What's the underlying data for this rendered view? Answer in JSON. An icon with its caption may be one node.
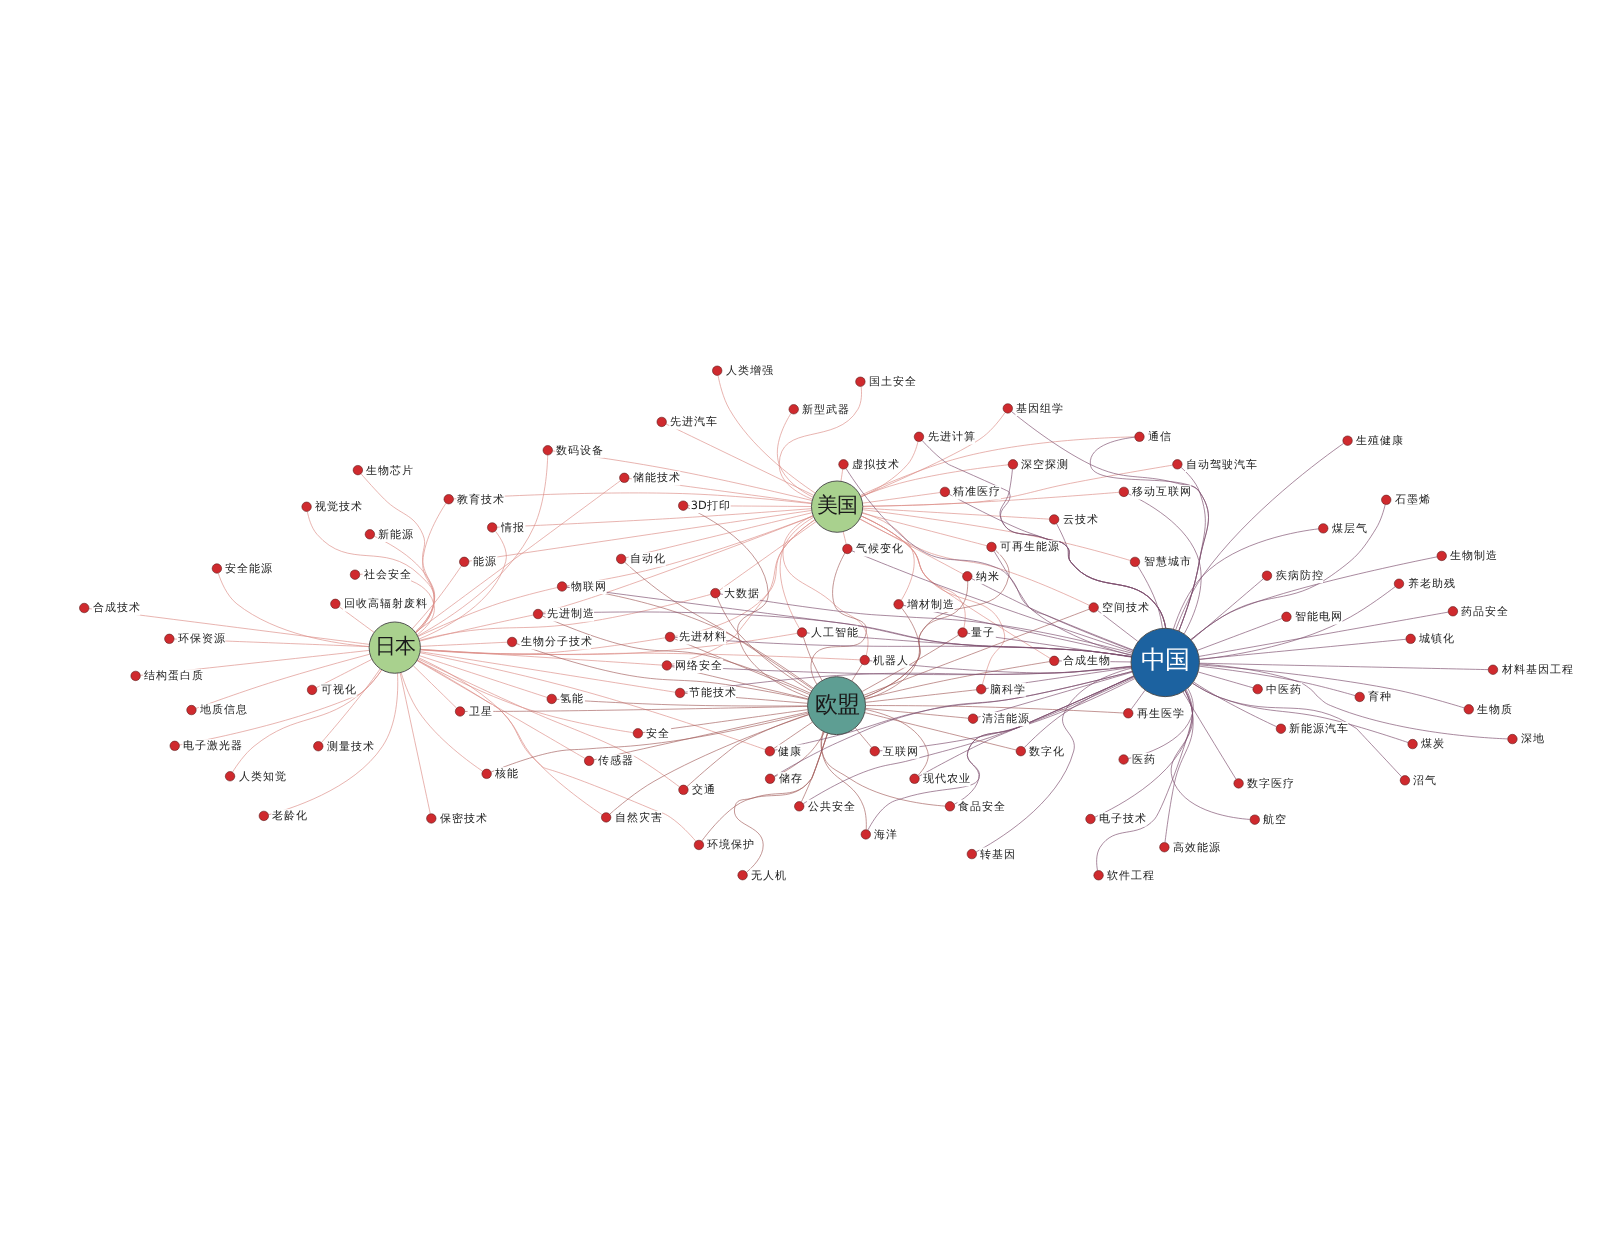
{
  "diagram": {
    "nodes": [
      {
        "text": [
          "日本"
        ]
      },
      {
        "text": [
          "美国"
        ]
      },
      {
        "text": [
          "欧盟"
        ]
      },
      {
        "text": [
          "中国"
        ]
      },
      {
        "text": [
          "先进汽车"
        ]
      },
      {
        "text": [
          "国土安全"
        ]
      },
      {
        "text": [
          "人类增强"
        ]
      },
      {
        "text": [
          "新型武器"
        ]
      },
      {
        "text": [
          "数码设备"
        ]
      },
      {
        "text": [
          "回收高辐射废料"
        ]
      },
      {
        "text": [
          "情报"
        ]
      },
      {
        "text": [
          "自动化"
        ]
      },
      {
        "text": [
          "3D打印"
        ]
      },
      {
        "text": [
          "教育技术"
        ]
      },
      {
        "text": [
          "合成技术"
        ]
      },
      {
        "text": [
          "精准医疗"
        ]
      },
      {
        "text": [
          "沼气"
        ]
      },
      {
        "text": [
          "视觉技术"
        ]
      },
      {
        "text": [
          "智慧城市"
        ]
      },
      {
        "text": [
          "结构蛋白质"
        ]
      },
      {
        "text": [
          "能源"
        ]
      },
      {
        "text": [
          "量子"
        ]
      },
      {
        "text": [
          "医药"
        ]
      },
      {
        "text": [
          "储能技术"
        ]
      },
      {
        "text": [
          "自动驾驶汽车"
        ]
      },
      {
        "text": [
          "基因组学"
        ]
      },
      {
        "text": [
          "合成生物"
        ]
      },
      {
        "text": [
          "人类知觉"
        ]
      },
      {
        "text": [
          "电子激光器"
        ]
      },
      {
        "text": [
          "虚拟技术"
        ]
      },
      {
        "text": [
          "先进材料"
        ]
      },
      {
        "text": [
          "脑科学"
        ]
      },
      {
        "text": [
          "气候变化"
        ]
      },
      {
        "text": [
          "深空探测"
        ]
      },
      {
        "text": [
          "节能技术"
        ]
      },
      {
        "text": [
          "物联网"
        ]
      },
      {
        "text": [
          "移动互联网"
        ]
      },
      {
        "text": [
          "通信"
        ]
      },
      {
        "text": [
          "深地"
        ]
      },
      {
        "text": [
          "纳米"
        ]
      },
      {
        "text": [
          "人工智能"
        ]
      },
      {
        "text": [
          "先进制造"
        ]
      },
      {
        "text": [
          "先进计算"
        ]
      },
      {
        "text": [
          "测量技术"
        ]
      },
      {
        "text": [
          "环保资源"
        ]
      },
      {
        "text": [
          "云技术"
        ]
      },
      {
        "text": [
          "可再生能源"
        ]
      },
      {
        "text": [
          "增材制造"
        ]
      },
      {
        "text": [
          "煤炭"
        ]
      },
      {
        "text": [
          "交通"
        ]
      },
      {
        "text": [
          "大数据"
        ]
      },
      {
        "text": [
          "健康"
        ]
      },
      {
        "text": [
          "可视化"
        ]
      },
      {
        "text": [
          "互联网"
        ]
      },
      {
        "text": [
          "网络安全"
        ]
      },
      {
        "text": [
          "安全"
        ]
      },
      {
        "text": [
          "机器人"
        ]
      },
      {
        "text": [
          "清洁能源"
        ]
      },
      {
        "text": [
          "育种"
        ]
      },
      {
        "text": [
          "地质信息"
        ]
      },
      {
        "text": [
          "空间技术"
        ]
      },
      {
        "text": [
          "老龄化"
        ]
      },
      {
        "text": [
          "生物制造"
        ]
      },
      {
        "text": [
          "城镇化"
        ]
      },
      {
        "text": [
          "传感器"
        ]
      },
      {
        "text": [
          "保密技术"
        ]
      },
      {
        "text": [
          "新能源"
        ]
      },
      {
        "text": [
          "核能"
        ]
      },
      {
        "text": [
          "氢能"
        ]
      },
      {
        "text": [
          "药品安全"
        ]
      },
      {
        "text": [
          "自然灾害"
        ]
      },
      {
        "text": [
          "生物芯片"
        ]
      },
      {
        "text": [
          "生物分子技术"
        ]
      },
      {
        "text": [
          "储存"
        ]
      },
      {
        "text": [
          "材料基因工程"
        ]
      },
      {
        "text": [
          "生物质"
        ]
      },
      {
        "text": [
          "疾病防控"
        ]
      },
      {
        "text": [
          "新能源汽车"
        ]
      },
      {
        "text": [
          "卫星"
        ]
      },
      {
        "text": [
          "环境保护"
        ]
      },
      {
        "text": [
          "石墨烯"
        ]
      },
      {
        "text": [
          "煤层气"
        ]
      },
      {
        "text": [
          "再生医学"
        ]
      },
      {
        "text": [
          "养老助残"
        ]
      },
      {
        "text": [
          "生殖健康"
        ]
      },
      {
        "text": [
          "数字化"
        ]
      },
      {
        "text": [
          "公共安全"
        ]
      },
      {
        "text": [
          "现代农业"
        ]
      },
      {
        "text": [
          "社会安全"
        ]
      },
      {
        "text": [
          "食品安全"
        ]
      },
      {
        "text": [
          "智能电网"
        ]
      },
      {
        "text": [
          "高效能源"
        ]
      },
      {
        "text": [
          "电子技术"
        ]
      },
      {
        "text": [
          "海洋"
        ]
      },
      {
        "text": [
          "中医药"
        ]
      },
      {
        "text": [
          "安全能源"
        ]
      },
      {
        "text": [
          "数字医疗"
        ]
      },
      {
        "text": [
          "软件工程"
        ]
      },
      {
        "text": [
          "无人机"
        ]
      },
      {
        "text": [
          "航空"
        ]
      },
      {
        "text": [
          "转基因"
        ]
      }
    ],
    "edges": [
      {
        "from": 1,
        "to": 4,
        "arrow": "none"
      },
      {
        "from": 1,
        "to": 5,
        "arrow": "none"
      },
      {
        "from": 1,
        "to": 6,
        "arrow": "none"
      },
      {
        "from": 1,
        "to": 7,
        "arrow": "none"
      },
      {
        "from": 0,
        "to": 8,
        "arrow": "none"
      },
      {
        "from": 1,
        "to": 8,
        "arrow": "none"
      },
      {
        "from": 0,
        "to": 9,
        "arrow": "none"
      },
      {
        "from": 0,
        "to": 10,
        "arrow": "none"
      },
      {
        "from": 1,
        "to": 10,
        "arrow": "none"
      },
      {
        "from": 1,
        "to": 11,
        "arrow": "none"
      },
      {
        "from": 2,
        "to": 11,
        "arrow": "none",
        "color": "#a5605f"
      },
      {
        "from": 1,
        "to": 12,
        "arrow": "none"
      },
      {
        "from": 2,
        "to": 12,
        "arrow": "none",
        "color": "#a5605f"
      },
      {
        "from": 0,
        "to": 13,
        "arrow": "none"
      },
      {
        "from": 1,
        "to": 13,
        "arrow": "none"
      },
      {
        "from": 0,
        "to": 14,
        "arrow": "none"
      },
      {
        "from": 1,
        "to": 15,
        "arrow": "none"
      },
      {
        "from": 3,
        "to": 15,
        "arrow": "none",
        "color": "#7d4f6e"
      },
      {
        "from": 3,
        "to": 16,
        "arrow": "none",
        "color": "#7d4f6e"
      },
      {
        "from": 0,
        "to": 17,
        "arrow": "none"
      },
      {
        "from": 1,
        "to": 18,
        "arrow": "none"
      },
      {
        "from": 3,
        "to": 18,
        "arrow": "none",
        "color": "#7d4f6e"
      },
      {
        "from": 0,
        "to": 19,
        "arrow": "none"
      },
      {
        "from": 0,
        "to": 20,
        "arrow": "none"
      },
      {
        "from": 1,
        "to": 20,
        "arrow": "none"
      },
      {
        "from": 1,
        "to": 21,
        "arrow": "none"
      },
      {
        "from": 2,
        "to": 21,
        "arrow": "none",
        "color": "#a5605f"
      },
      {
        "from": 3,
        "to": 21,
        "arrow": "none",
        "color": "#7d4f6e"
      },
      {
        "from": 3,
        "to": 22,
        "arrow": "none",
        "color": "#7d4f6e"
      },
      {
        "from": 0,
        "to": 23,
        "arrow": "none"
      },
      {
        "from": 1,
        "to": 23,
        "arrow": "none"
      },
      {
        "from": 1,
        "to": 24,
        "arrow": "none"
      },
      {
        "from": 3,
        "to": 24,
        "arrow": "none",
        "color": "#7d4f6e"
      },
      {
        "from": 1,
        "to": 25,
        "arrow": "none"
      },
      {
        "from": 3,
        "to": 25,
        "arrow": "none",
        "color": "#7d4f6e"
      },
      {
        "from": 1,
        "to": 26,
        "arrow": "none"
      },
      {
        "from": 2,
        "to": 26,
        "arrow": "none",
        "color": "#a5605f"
      },
      {
        "from": 3,
        "to": 26,
        "arrow": "none",
        "color": "#7d4f6e"
      },
      {
        "from": 0,
        "to": 27,
        "arrow": "none"
      },
      {
        "from": 0,
        "to": 28,
        "arrow": "none"
      },
      {
        "from": 1,
        "to": 29,
        "arrow": "none"
      },
      {
        "from": 3,
        "to": 29,
        "arrow": "none",
        "color": "#7d4f6e"
      },
      {
        "from": 0,
        "to": 30,
        "arrow": "none"
      },
      {
        "from": 1,
        "to": 30,
        "arrow": "none"
      },
      {
        "from": 2,
        "to": 30,
        "arrow": "none",
        "color": "#a5605f"
      },
      {
        "from": 3,
        "to": 30,
        "arrow": "none",
        "color": "#7d4f6e"
      },
      {
        "from": 1,
        "to": 31,
        "arrow": "none"
      },
      {
        "from": 2,
        "to": 31,
        "arrow": "none",
        "color": "#a5605f"
      },
      {
        "from": 3,
        "to": 31,
        "arrow": "none",
        "color": "#7d4f6e"
      },
      {
        "from": 1,
        "to": 32,
        "arrow": "none"
      },
      {
        "from": 2,
        "to": 32,
        "arrow": "none",
        "color": "#a5605f"
      },
      {
        "from": 3,
        "to": 32,
        "arrow": "none",
        "color": "#7d4f6e"
      },
      {
        "from": 1,
        "to": 33,
        "arrow": "none"
      },
      {
        "from": 3,
        "to": 33,
        "arrow": "none",
        "color": "#7d4f6e"
      },
      {
        "from": 0,
        "to": 34,
        "arrow": "none"
      },
      {
        "from": 2,
        "to": 34,
        "arrow": "none",
        "color": "#a5605f"
      },
      {
        "from": 3,
        "to": 34,
        "arrow": "none",
        "color": "#7d4f6e"
      },
      {
        "from": 0,
        "to": 35,
        "arrow": "none"
      },
      {
        "from": 1,
        "to": 35,
        "arrow": "none"
      },
      {
        "from": 2,
        "to": 35,
        "arrow": "none",
        "color": "#a5605f"
      },
      {
        "from": 3,
        "to": 35,
        "arrow": "none",
        "color": "#7d4f6e"
      },
      {
        "from": 1,
        "to": 36,
        "arrow": "none"
      },
      {
        "from": 3,
        "to": 36,
        "arrow": "none",
        "color": "#7d4f6e"
      },
      {
        "from": 1,
        "to": 37,
        "arrow": "none"
      },
      {
        "from": 3,
        "to": 37,
        "arrow": "none",
        "color": "#7d4f6e"
      },
      {
        "from": 3,
        "to": 38,
        "arrow": "none",
        "color": "#7d4f6e"
      },
      {
        "from": 1,
        "to": 39,
        "arrow": "none"
      },
      {
        "from": 2,
        "to": 39,
        "arrow": "none",
        "color": "#a5605f"
      },
      {
        "from": 3,
        "to": 39,
        "arrow": "none",
        "color": "#7d4f6e"
      },
      {
        "from": 0,
        "to": 40,
        "arrow": "none"
      },
      {
        "from": 1,
        "to": 40,
        "arrow": "none"
      },
      {
        "from": 2,
        "to": 40,
        "arrow": "none",
        "color": "#a5605f"
      },
      {
        "from": 3,
        "to": 40,
        "arrow": "none",
        "color": "#7d4f6e"
      },
      {
        "from": 0,
        "to": 41,
        "arrow": "none"
      },
      {
        "from": 1,
        "to": 41,
        "arrow": "none"
      },
      {
        "from": 2,
        "to": 41,
        "arrow": "none",
        "color": "#a5605f"
      },
      {
        "from": 3,
        "to": 41,
        "arrow": "none",
        "color": "#7d4f6e"
      },
      {
        "from": 1,
        "to": 42,
        "arrow": "none"
      },
      {
        "from": 3,
        "to": 42,
        "arrow": "none",
        "color": "#7d4f6e"
      },
      {
        "from": 0,
        "to": 43,
        "arrow": "none"
      },
      {
        "from": 0,
        "to": 44,
        "arrow": "none"
      },
      {
        "from": 1,
        "to": 45,
        "arrow": "none"
      },
      {
        "from": 3,
        "to": 45,
        "arrow": "none",
        "color": "#7d4f6e"
      },
      {
        "from": 1,
        "to": 46,
        "arrow": "none"
      },
      {
        "from": 2,
        "to": 46,
        "arrow": "none",
        "color": "#a5605f"
      },
      {
        "from": 3,
        "to": 46,
        "arrow": "none",
        "color": "#7d4f6e"
      },
      {
        "from": 1,
        "to": 47,
        "arrow": "none"
      },
      {
        "from": 2,
        "to": 47,
        "arrow": "none",
        "color": "#a5605f"
      },
      {
        "from": 3,
        "to": 47,
        "arrow": "none",
        "color": "#7d4f6e"
      },
      {
        "from": 3,
        "to": 48,
        "arrow": "none",
        "color": "#7d4f6e"
      },
      {
        "from": 0,
        "to": 49,
        "arrow": "none"
      },
      {
        "from": 2,
        "to": 49,
        "arrow": "none",
        "color": "#a5605f"
      },
      {
        "from": 0,
        "to": 50,
        "arrow": "none"
      },
      {
        "from": 1,
        "to": 50,
        "arrow": "none"
      },
      {
        "from": 2,
        "to": 50,
        "arrow": "none",
        "color": "#a5605f"
      },
      {
        "from": 3,
        "to": 50,
        "arrow": "none",
        "color": "#7d4f6e"
      },
      {
        "from": 0,
        "to": 51,
        "arrow": "none"
      },
      {
        "from": 2,
        "to": 51,
        "arrow": "none",
        "color": "#a5605f"
      },
      {
        "from": 3,
        "to": 51,
        "arrow": "none",
        "color": "#7d4f6e"
      },
      {
        "from": 0,
        "to": 52,
        "arrow": "none"
      },
      {
        "from": 2,
        "to": 53,
        "arrow": "none",
        "color": "#a5605f"
      },
      {
        "from": 3,
        "to": 53,
        "arrow": "none",
        "color": "#7d4f6e"
      },
      {
        "from": 0,
        "to": 54,
        "arrow": "none"
      },
      {
        "from": 1,
        "to": 54,
        "arrow": "none"
      },
      {
        "from": 2,
        "to": 54,
        "arrow": "none",
        "color": "#a5605f"
      },
      {
        "from": 3,
        "to": 54,
        "arrow": "none",
        "color": "#7d4f6e"
      },
      {
        "from": 0,
        "to": 55,
        "arrow": "none"
      },
      {
        "from": 2,
        "to": 55,
        "arrow": "none",
        "color": "#a5605f"
      },
      {
        "from": 0,
        "to": 56,
        "arrow": "none"
      },
      {
        "from": 1,
        "to": 56,
        "arrow": "none"
      },
      {
        "from": 2,
        "to": 56,
        "arrow": "none",
        "color": "#a5605f"
      },
      {
        "from": 3,
        "to": 56,
        "arrow": "none",
        "color": "#7d4f6e"
      },
      {
        "from": 2,
        "to": 57,
        "arrow": "none",
        "color": "#a5605f"
      },
      {
        "from": 3,
        "to": 57,
        "arrow": "none",
        "color": "#7d4f6e"
      },
      {
        "from": 3,
        "to": 58,
        "arrow": "none",
        "color": "#7d4f6e"
      },
      {
        "from": 0,
        "to": 59,
        "arrow": "none"
      },
      {
        "from": 1,
        "to": 60,
        "arrow": "none"
      },
      {
        "from": 2,
        "to": 60,
        "arrow": "none",
        "color": "#a5605f"
      },
      {
        "from": 3,
        "to": 60,
        "arrow": "none",
        "color": "#7d4f6e"
      },
      {
        "from": 0,
        "to": 61,
        "arrow": "none"
      },
      {
        "from": 3,
        "to": 62,
        "arrow": "none",
        "color": "#7d4f6e"
      },
      {
        "from": 3,
        "to": 63,
        "arrow": "none",
        "color": "#7d4f6e"
      },
      {
        "from": 0,
        "to": 64,
        "arrow": "none"
      },
      {
        "from": 2,
        "to": 64,
        "arrow": "none",
        "color": "#a5605f"
      },
      {
        "from": 0,
        "to": 65,
        "arrow": "none"
      },
      {
        "from": 0,
        "to": 66,
        "arrow": "none"
      },
      {
        "from": 0,
        "to": 67,
        "arrow": "none"
      },
      {
        "from": 2,
        "to": 67,
        "arrow": "none",
        "color": "#a5605f"
      },
      {
        "from": 0,
        "to": 68,
        "arrow": "none"
      },
      {
        "from": 2,
        "to": 68,
        "arrow": "none",
        "color": "#a5605f"
      },
      {
        "from": 3,
        "to": 69,
        "arrow": "none",
        "color": "#7d4f6e"
      },
      {
        "from": 0,
        "to": 70,
        "arrow": "none"
      },
      {
        "from": 2,
        "to": 70,
        "arrow": "none",
        "color": "#a5605f"
      },
      {
        "from": 0,
        "to": 71,
        "arrow": "none"
      },
      {
        "from": 0,
        "to": 72,
        "arrow": "none"
      },
      {
        "from": 2,
        "to": 72,
        "arrow": "none",
        "color": "#a5605f"
      },
      {
        "from": 2,
        "to": 73,
        "arrow": "none",
        "color": "#a5605f"
      },
      {
        "from": 3,
        "to": 73,
        "arrow": "none",
        "color": "#7d4f6e"
      },
      {
        "from": 3,
        "to": 74,
        "arrow": "none",
        "color": "#7d4f6e"
      },
      {
        "from": 3,
        "to": 75,
        "arrow": "none",
        "color": "#7d4f6e"
      },
      {
        "from": 3,
        "to": 76,
        "arrow": "none",
        "color": "#7d4f6e"
      },
      {
        "from": 3,
        "to": 77,
        "arrow": "none",
        "color": "#7d4f6e"
      },
      {
        "from": 0,
        "to": 78,
        "arrow": "none"
      },
      {
        "from": 2,
        "to": 78,
        "arrow": "none",
        "color": "#a5605f"
      },
      {
        "from": 0,
        "to": 79,
        "arrow": "none"
      },
      {
        "from": 2,
        "to": 79,
        "arrow": "none",
        "color": "#a5605f"
      },
      {
        "from": 3,
        "to": 80,
        "arrow": "none",
        "color": "#7d4f6e"
      },
      {
        "from": 3,
        "to": 81,
        "arrow": "none",
        "color": "#7d4f6e"
      },
      {
        "from": 2,
        "to": 82,
        "arrow": "none",
        "color": "#a5605f"
      },
      {
        "from": 3,
        "to": 82,
        "arrow": "none",
        "color": "#7d4f6e"
      },
      {
        "from": 3,
        "to": 83,
        "arrow": "none",
        "color": "#7d4f6e"
      },
      {
        "from": 3,
        "to": 84,
        "arrow": "none",
        "color": "#7d4f6e"
      },
      {
        "from": 2,
        "to": 85,
        "arrow": "none",
        "color": "#a5605f"
      },
      {
        "from": 3,
        "to": 85,
        "arrow": "none",
        "color": "#7d4f6e"
      },
      {
        "from": 2,
        "to": 86,
        "arrow": "none",
        "color": "#a5605f"
      },
      {
        "from": 3,
        "to": 86,
        "arrow": "none",
        "color": "#7d4f6e"
      },
      {
        "from": 2,
        "to": 87,
        "arrow": "none",
        "color": "#a5605f"
      },
      {
        "from": 3,
        "to": 87,
        "arrow": "none",
        "color": "#7d4f6e"
      },
      {
        "from": 0,
        "to": 88,
        "arrow": "none"
      },
      {
        "from": 2,
        "to": 89,
        "arrow": "none",
        "color": "#a5605f"
      },
      {
        "from": 3,
        "to": 89,
        "arrow": "none",
        "color": "#7d4f6e"
      },
      {
        "from": 3,
        "to": 90,
        "arrow": "none",
        "color": "#7d4f6e"
      },
      {
        "from": 3,
        "to": 91,
        "arrow": "none",
        "color": "#7d4f6e"
      },
      {
        "from": 3,
        "to": 92,
        "arrow": "none",
        "color": "#7d4f6e"
      },
      {
        "from": 2,
        "to": 93,
        "arrow": "none",
        "color": "#a5605f"
      },
      {
        "from": 3,
        "to": 93,
        "arrow": "none",
        "color": "#7d4f6e"
      },
      {
        "from": 3,
        "to": 94,
        "arrow": "none",
        "color": "#7d4f6e"
      },
      {
        "from": 0,
        "to": 95,
        "arrow": "none"
      },
      {
        "from": 3,
        "to": 96,
        "arrow": "none",
        "color": "#7d4f6e"
      },
      {
        "from": 3,
        "to": 97,
        "arrow": "none",
        "color": "#7d4f6e"
      },
      {
        "from": 2,
        "to": 98,
        "arrow": "none",
        "color": "#a5605f"
      },
      {
        "from": 3,
        "to": 99,
        "arrow": "none",
        "color": "#7d4f6e"
      },
      {
        "from": 3,
        "to": 100,
        "arrow": "none",
        "color": "#7d4f6e"
      }
    ]
  }
}
